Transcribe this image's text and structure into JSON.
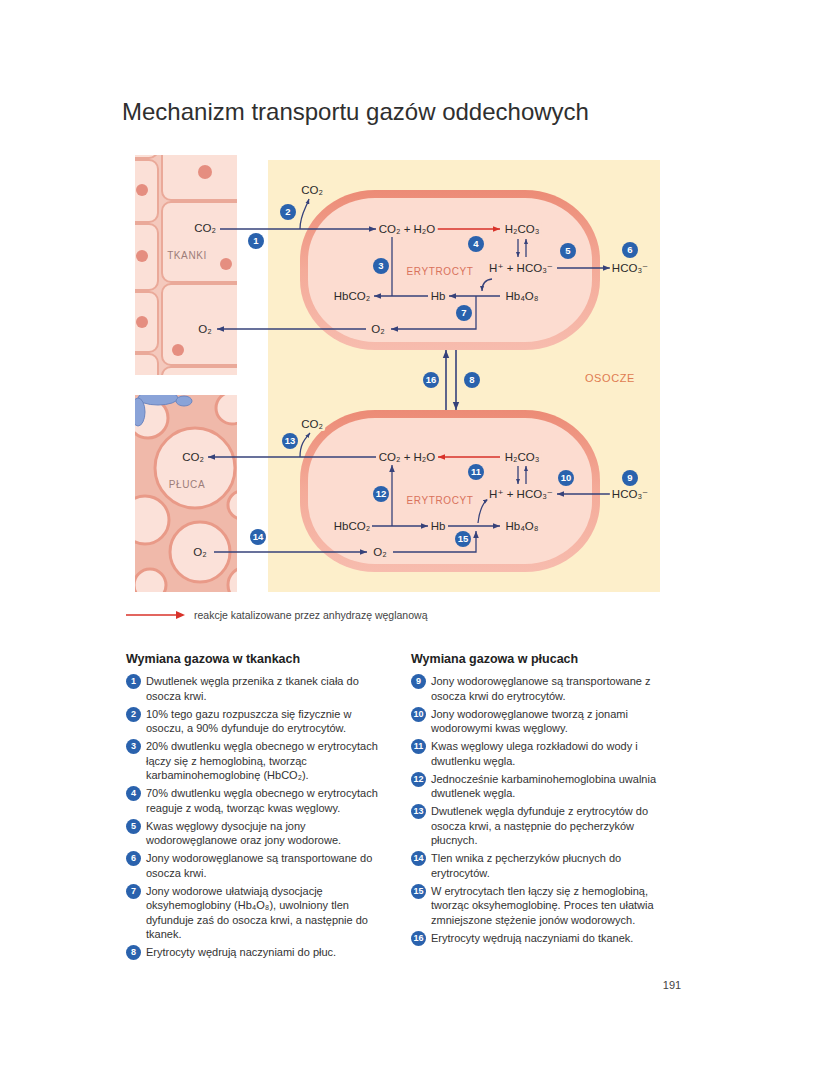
{
  "diagram": {
    "title": "Mechanizm transportu gazów oddechowych",
    "nodes": [
      {
        "text": [
          "TKANKI"
        ]
      },
      {
        "text": [
          "OSOCZE"
        ]
      },
      {
        "text": [
          "ERYTROCYT"
        ],
        "in": 1
      },
      {
        "text": [
          "PŁUCA"
        ]
      },
      {
        "text": [
          "ERYTROCYT"
        ],
        "in": 1
      }
    ],
    "edges": [
      {
        "from": 2,
        "to": 4,
        "arrow": "to"
      },
      {
        "from": 4,
        "to": 2,
        "arrow": "to"
      }
    ],
    "labels": [
      "CO₂",
      "O₂",
      "CO₂",
      "2",
      "1",
      "CO₂ + H₂O",
      "H₂CO₃",
      "4",
      "H⁺ + HCO₃⁻",
      "5",
      "HCO₃⁻",
      "6",
      "3",
      "HbCO₂",
      "Hb",
      "Hb₄O₈",
      "7",
      "O₂",
      "16",
      "8",
      "CO₂",
      "13",
      "CO₂",
      "O₂",
      "CO₂ + H₂O",
      "H₂CO₃",
      "11",
      "H⁺ + HCO₃⁻",
      "10",
      "HCO₃⁻",
      "9",
      "12",
      "HbCO₂",
      "Hb",
      "Hb₄O₈",
      "14",
      "15",
      "O₂",
      "191",
      "Wymiana gazowa w tkankach",
      "Wymiana gazowa w płucach",
      "1",
      "Dwutlenek węgla przenika z tkanek ciała do osocza krwi.",
      "2",
      "10% tego gazu rozpuszcza się fizycznie w osoczu, a 90% dyfunduje do erytrocytów.",
      "3",
      "20% dwutlenku węgla obecnego w erytrocytach łączy się z hemoglobiną, tworząc karbaminohemoglobinę (HbCO₂).",
      "4",
      "70% dwutlenku węgla obecnego w erytrocytach reaguje z wodą, tworząc kwas węglowy.",
      "5",
      "Kwas węglowy dysocjuje na jony wodorowęglanowe oraz jony wodorowe.",
      "6",
      "Jony wodorowęglanowe są transportowane do osocza krwi.",
      "7",
      "Jony wodorowe ułatwiają dysocjację oksyhemoglobiny (Hb₄O₈), uwolniony tlen dyfunduje zaś do osocza krwi, a następnie do tkanek.",
      "8",
      "Erytrocyty wędrują naczyniami do płuc.",
      "9",
      "Jony wodorowęglanowe są transportowane z osocza krwi do erytrocytów.",
      "10",
      "Jony wodorowęglanowe tworzą z jonami wodorowymi kwas węglowy.",
      "11",
      "Kwas węglowy ulega rozkładowi do wody i dwutlenku węgla.",
      "12",
      "Jednocześnie karbaminohemoglobina uwalnia dwutlenek węgla.",
      "13",
      "Dwutlenek węgla dyfunduje z erytrocytów do osocza krwi, a następnie do pęcherzyków płucnych.",
      "14",
      "Tlen wnika z pęcherzyków płucnych do erytrocytów.",
      "15",
      "W erytrocytach tlen łączy się z hemoglobiną, tworząc oksyhemoglobinę. Proces ten ułatwia zmniejszone stężenie jonów wodorowych.",
      "16",
      "Erytrocyty wędrują naczyniami do tkanek."
    ],
    "legend": [
      {
        "text": "reakcje katalizowane przez anhydrazę węglanową"
      }
    ]
  }
}
